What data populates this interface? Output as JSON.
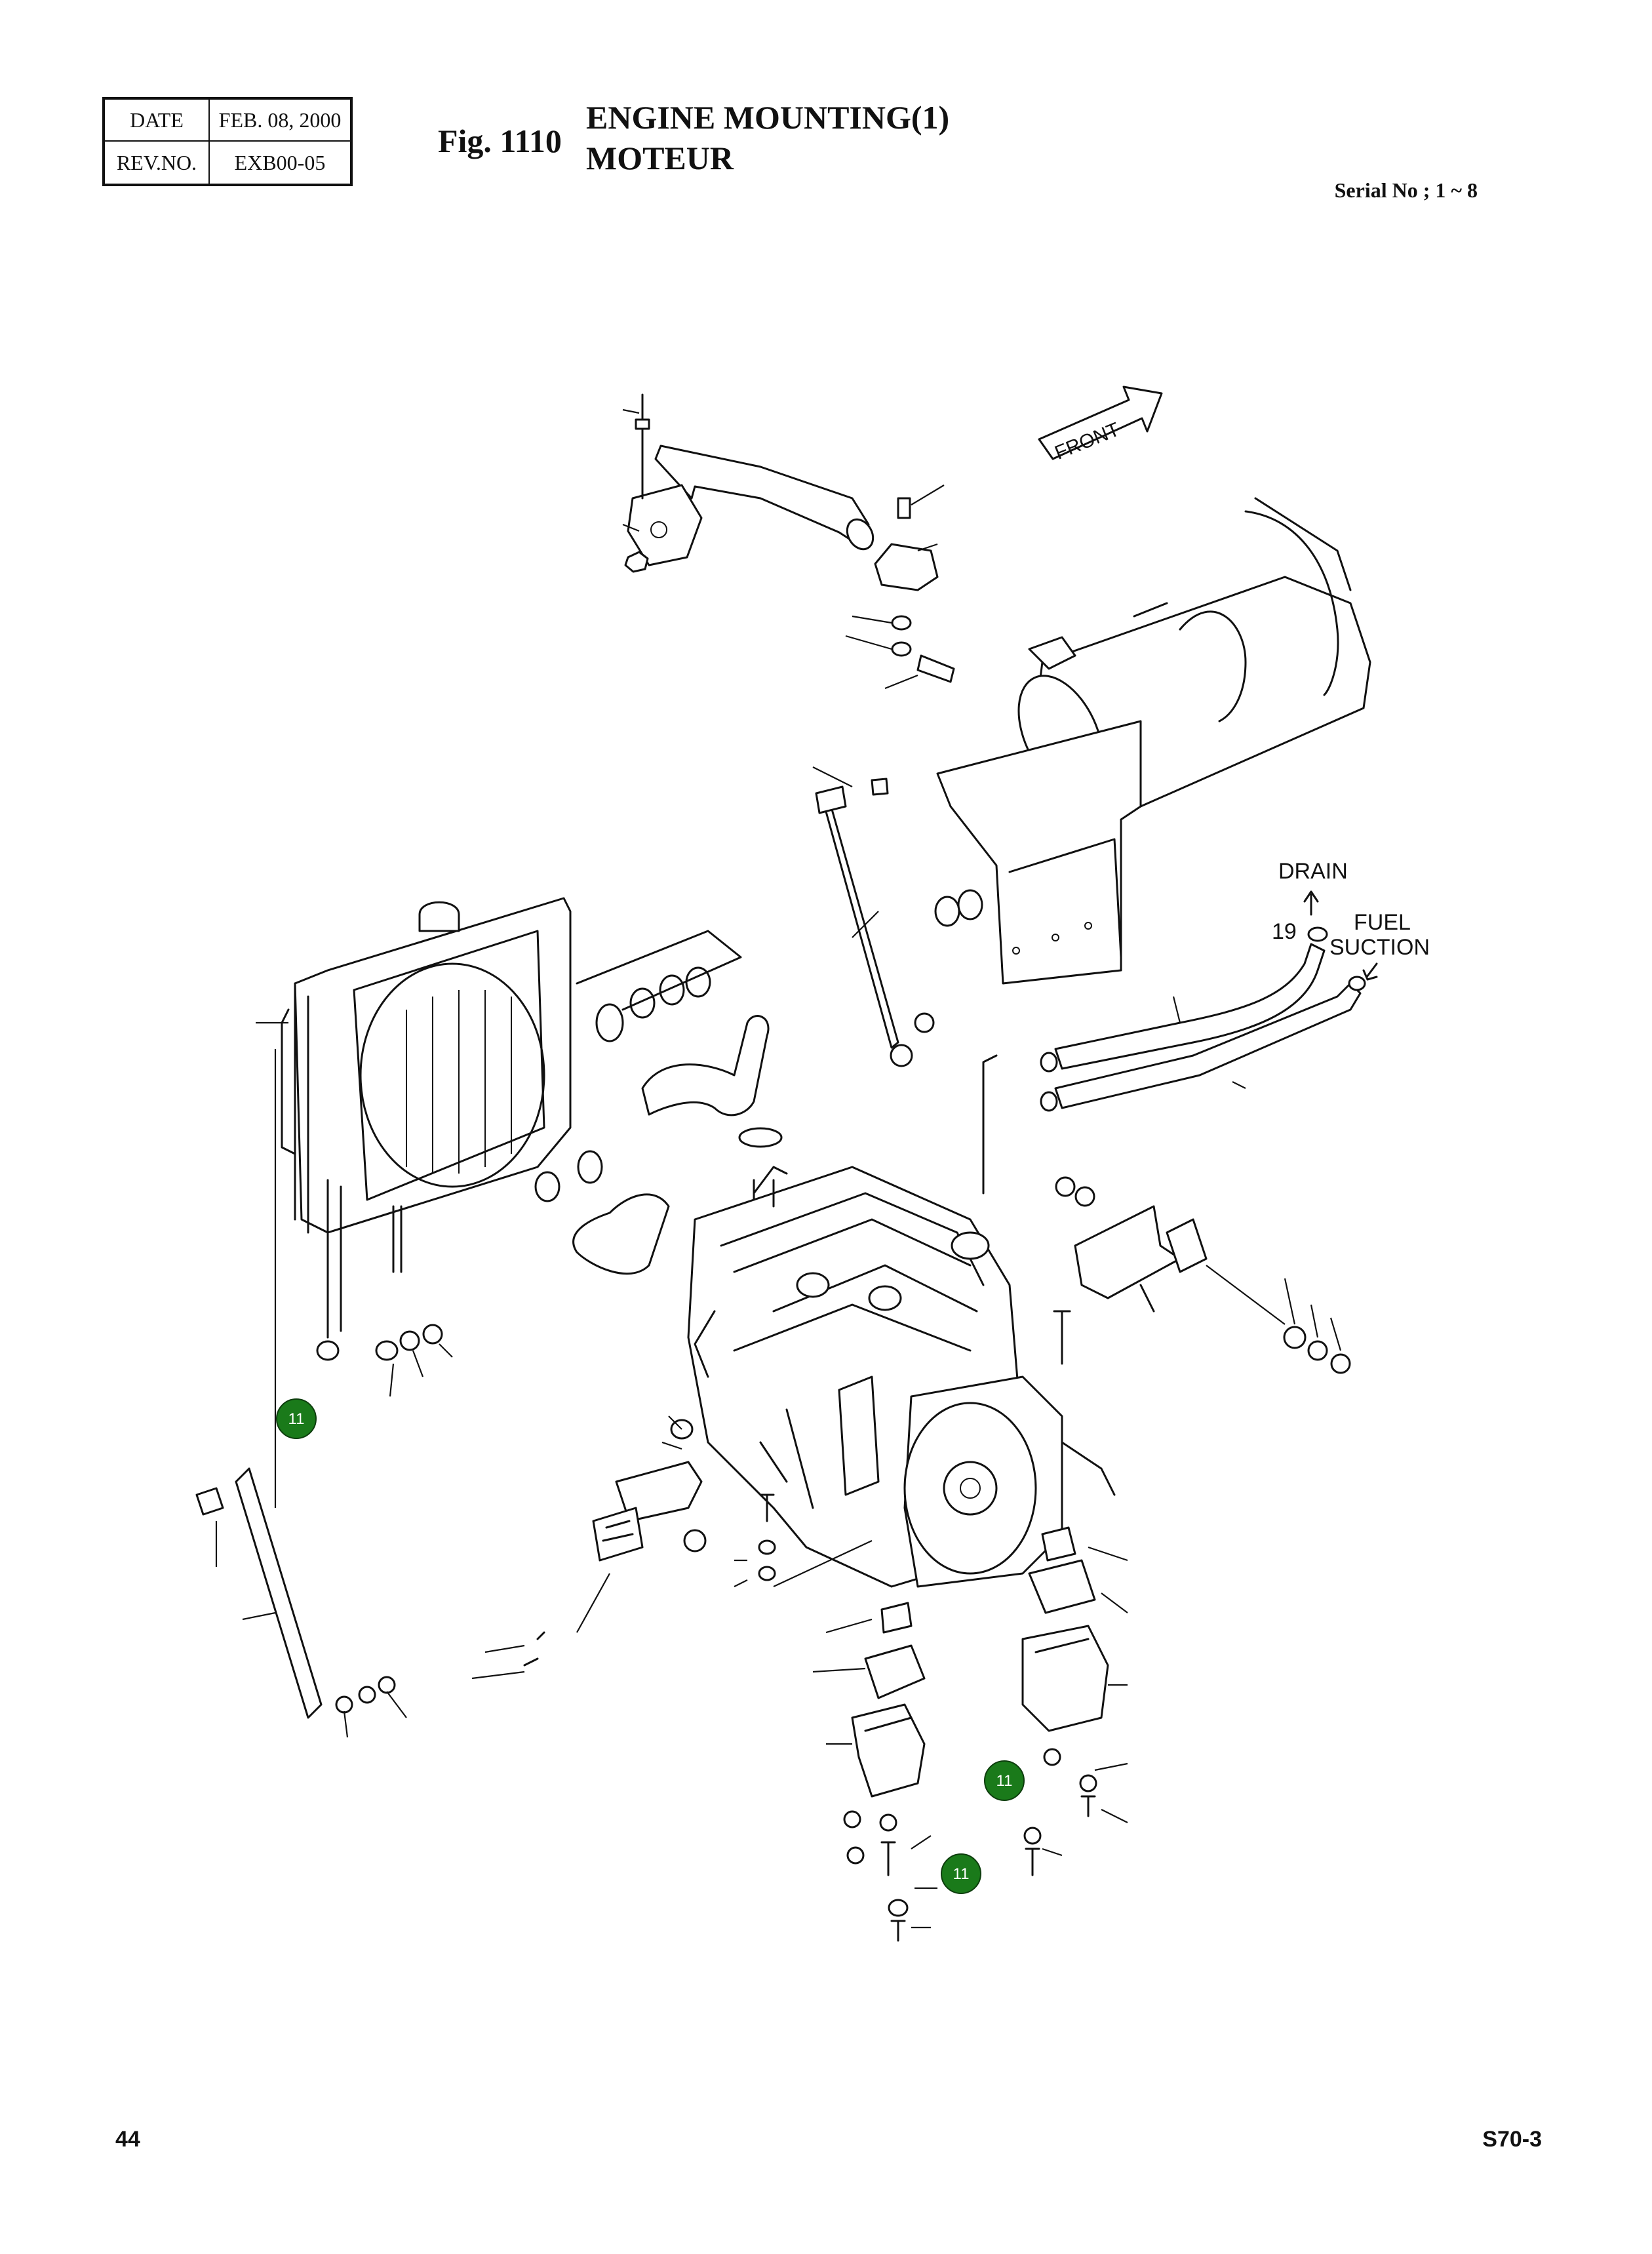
{
  "header": {
    "date_label": "DATE",
    "date_value": "FEB. 08, 2000",
    "rev_label": "REV.NO.",
    "rev_value": "EXB00-05",
    "fig_number": "Fig. 1110",
    "title_en": "ENGINE MOUNTING(1)",
    "title_fr": "MOTEUR",
    "serial": "Serial No ; 1 ~ 8"
  },
  "diagram": {
    "front_label": "FRONT",
    "drain_label": "DRAIN",
    "fuel_label": "FUEL",
    "suction_label": "SUCTION",
    "ref_19": "19",
    "callouts": [
      "11",
      "11",
      "11"
    ],
    "callout_color": "#1a7a1a"
  },
  "footer": {
    "page_number": "44",
    "doc_code": "S70-3"
  }
}
